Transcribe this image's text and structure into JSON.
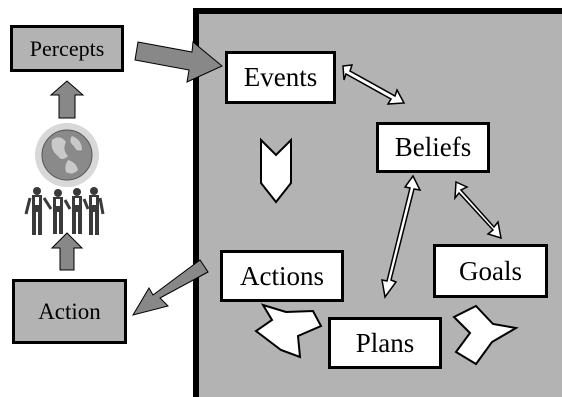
{
  "nodes": {
    "percepts": "Percepts",
    "action": "Action",
    "events": "Events",
    "beliefs": "Beliefs",
    "goals": "Goals",
    "actions": "Actions",
    "plans": "Plans"
  },
  "colors": {
    "panel": "#b3b3b3",
    "arrow": "#888888",
    "outline": "#000000",
    "white": "#ffffff"
  },
  "icons": {
    "environment": "globe-with-people-icon"
  }
}
